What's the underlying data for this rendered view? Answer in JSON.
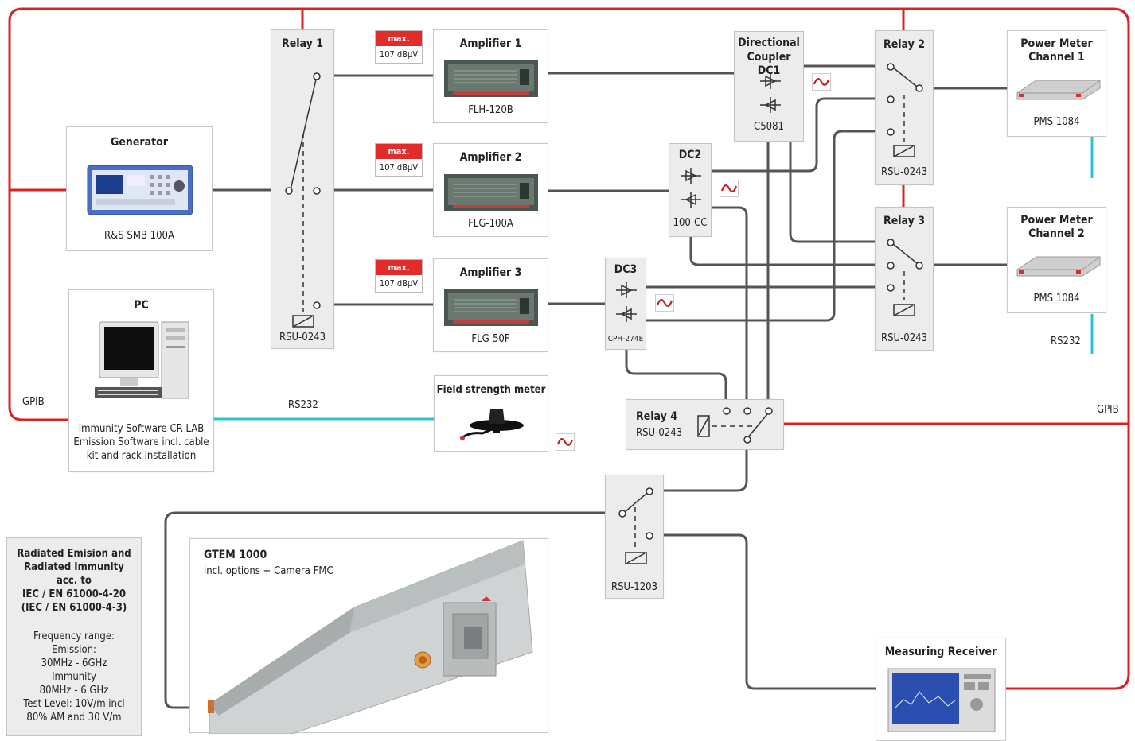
{
  "generator": {
    "title": "Generator",
    "model": "R&S SMB 100A"
  },
  "pc": {
    "title": "PC",
    "description": [
      "Immunity Software CR-LAB",
      "Emission Software incl. cable",
      "kit and rack installation"
    ]
  },
  "relay1": {
    "title": "Relay 1",
    "model": "RSU-0243"
  },
  "relay2": {
    "title": "Relay 2",
    "model": "RSU-0243"
  },
  "relay3": {
    "title": "Relay 3",
    "model": "RSU-0243"
  },
  "relay4": {
    "title": "Relay 4",
    "model": "RSU-0243"
  },
  "relay5": {
    "model": "RSU-1203"
  },
  "amp1": {
    "title": "Amplifier 1",
    "model": "FLH-120B",
    "max_label": "max.",
    "max_value": "107 dBµV"
  },
  "amp2": {
    "title": "Amplifier 2",
    "model": "FLG-100A",
    "max_label": "max.",
    "max_value": "107 dBµV"
  },
  "amp3": {
    "title": "Amplifier 3",
    "model": "FLG-50F",
    "max_label": "max.",
    "max_value": "107 dBµV"
  },
  "dc1": {
    "title_line1": "Directional",
    "title_line2": "Coupler DC1",
    "model": "C5081"
  },
  "dc2": {
    "title": "DC2",
    "model": "100-CC"
  },
  "dc3": {
    "title": "DC3",
    "model": "CPH-274E"
  },
  "pm1": {
    "title_line1": "Power Meter",
    "title_line2": "Channel 1",
    "model": "PMS 1084"
  },
  "pm2": {
    "title_line1": "Power Meter",
    "title_line2": "Channel 2",
    "model": "PMS 1084"
  },
  "field_meter": {
    "title": "Field strength meter"
  },
  "gtem": {
    "title": "GTEM 1000",
    "subtitle": "incl. options + Camera FMC"
  },
  "receiver": {
    "title": "Measuring Receiver"
  },
  "bus_labels": {
    "gpib_left": "GPIB",
    "gpib_right": "GPIB",
    "rs232_left": "RS232",
    "rs232_right": "RS232"
  },
  "notes": {
    "title_lines": [
      "Radiated Emision and",
      "Radiated Immunity",
      "acc. to",
      "IEC / EN 61000-4-20",
      "(IEC / EN 61000-4-3)"
    ],
    "body_lines": [
      "Frequency range:",
      "Emission:",
      "30MHz - 6GHz",
      "Immunity",
      "80MHz - 6 GHz",
      "Test Level: 10V/m incl",
      "80% AM and 30 V/m"
    ]
  },
  "colors": {
    "gpib_bus": "#e02020",
    "rs232_bus": "#29c4d8",
    "rf_cable": "#555555",
    "sine_mark": "#c81e1e"
  }
}
